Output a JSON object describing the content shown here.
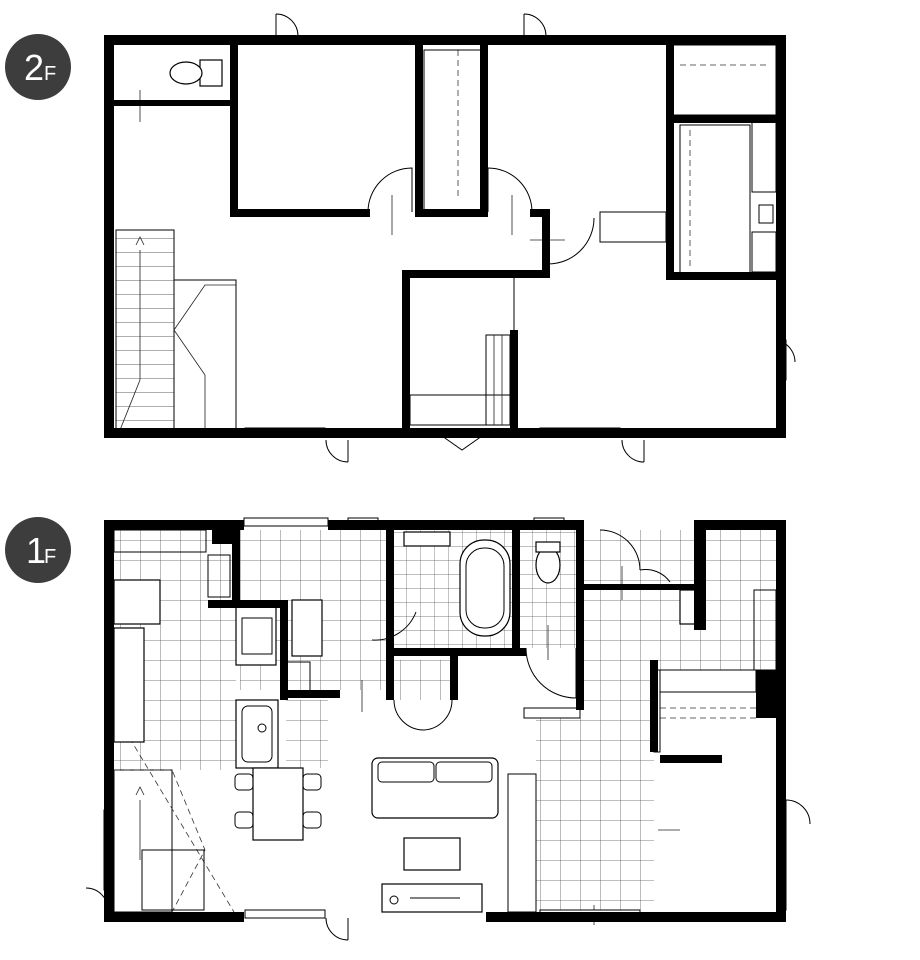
{
  "floors": [
    {
      "id": "2F",
      "badge_number": "2",
      "badge_suffix": "F"
    },
    {
      "id": "1F",
      "badge_number": "1",
      "badge_suffix": "F"
    }
  ]
}
